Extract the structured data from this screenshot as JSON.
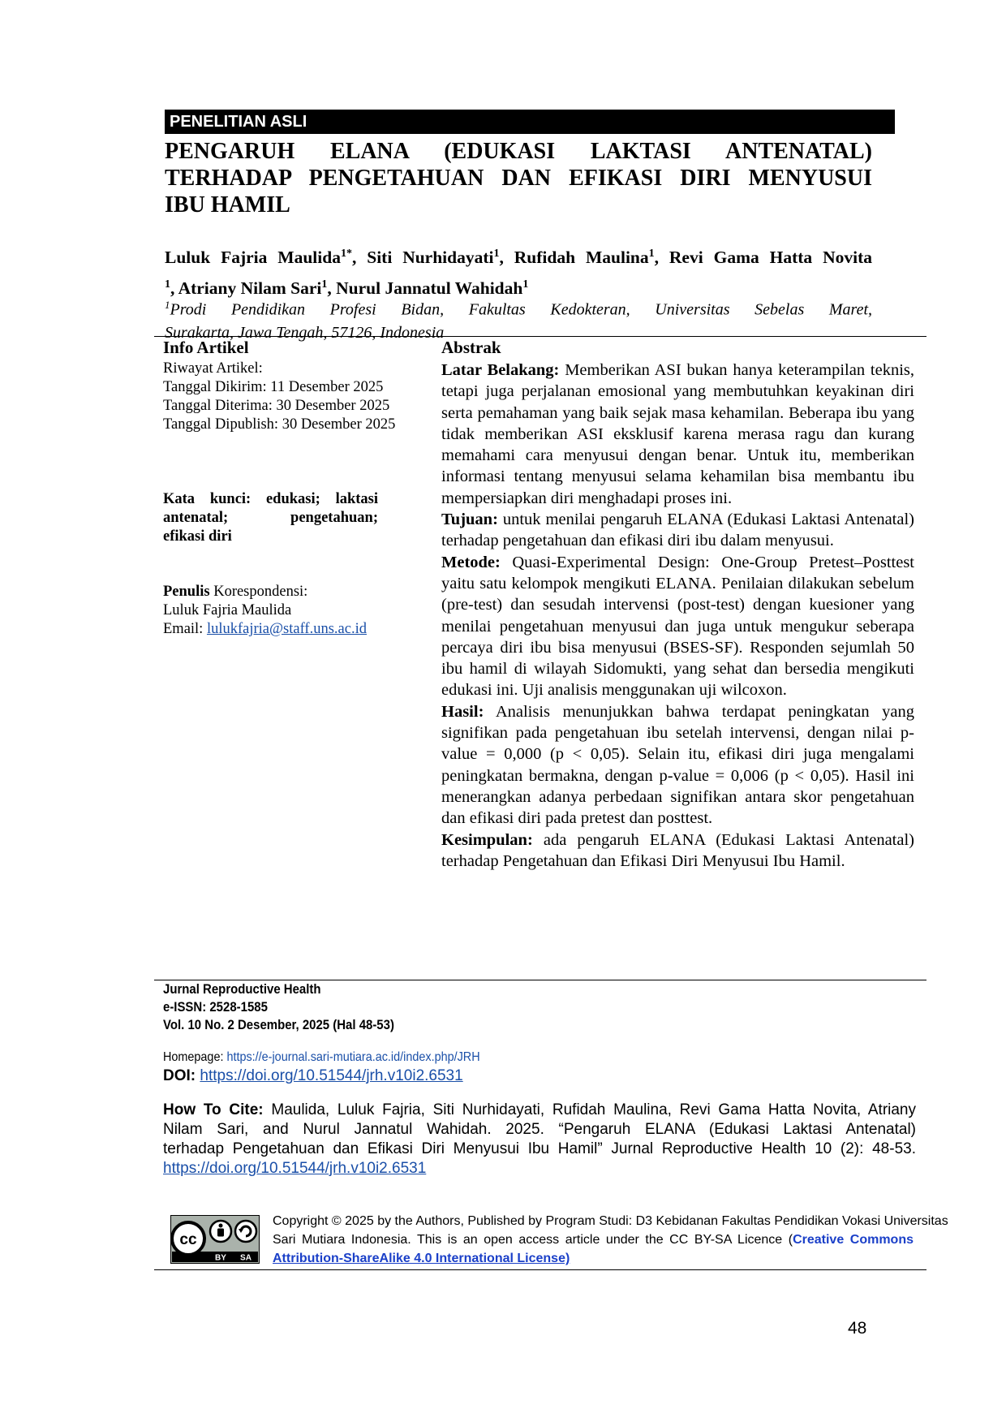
{
  "section_label": "PENELITIAN ASLI",
  "title_lines": [
    "PENGARUH ELANA (EDUKASI LAKTASI ANTENATAL)",
    "TERHADAP PENGETAHUAN DAN EFIKASI DIRI MENYUSUI",
    "IBU HAMIL"
  ],
  "authors": {
    "a1": "Luluk Fajria Maulida",
    "a1_sup": "1*",
    "a2": "Siti Nurhidayati",
    "a2_sup": "1",
    "a3": "Rufidah Maulina",
    "a3_sup": "1",
    "a4": "Revi Gama Hatta Novita",
    "a4_sup": "1",
    "a5": "Atriany Nilam Sari",
    "a5_sup": "1",
    "a6": "Nurul Jannatul Wahidah",
    "a6_sup": "1"
  },
  "affiliation": {
    "sup": "1",
    "line1": "Prodi Pendidikan Profesi Bidan, Fakultas Kedokteran, Universitas Sebelas Maret,",
    "line2": "Surakarta, Jawa Tengah, 57126, Indonesia"
  },
  "info": {
    "heading": "Info Artikel",
    "history_label": "Riwayat Artikel:",
    "submitted": "Tanggal Dikirim: 11 Desember 2025",
    "accepted": "Tanggal Diterima: 30 Desember 2025",
    "published": "Tanggal Dipublish: 30 Desember 2025",
    "keywords_line1": "Kata kunci: edukasi; laktasi",
    "keywords_line2": "antenatal; pengetahuan;",
    "keywords_line3": "efikasi diri",
    "corr_label_bold": "Penulis",
    "corr_label_rest": " Korespondensi:",
    "corr_name": "Luluk Fajria Maulida",
    "email_label": "Email: ",
    "email": "lulukfajria@staff.uns.ac.id"
  },
  "abstract": {
    "heading": "Abstrak",
    "background_label": "Latar Belakang:",
    "background": " Memberikan ASI bukan hanya keterampilan teknis, tetapi juga perjalanan emosional yang membutuhkan keyakinan diri serta pemahaman yang baik sejak masa kehamilan. Beberapa ibu yang tidak memberikan ASI eksklusif karena merasa ragu dan kurang memahami cara menyusui dengan benar. Untuk itu, memberikan informasi tentang menyusui selama kehamilan bisa membantu ibu mempersiapkan diri menghadapi proses ini.",
    "aim_label": "Tujuan:",
    "aim": " untuk menilai pengaruh ELANA (Edukasi Laktasi Antenatal) terhadap pengetahuan dan efikasi diri ibu dalam menyusui.",
    "method_label": "Metode:",
    "method": " Quasi-Experimental Design: One-Group Pretest–Posttest yaitu satu kelompok mengikuti ELANA. Penilaian dilakukan sebelum (pre-test) dan sesudah intervensi (post-test) dengan kuesioner yang menilai pengetahuan menyusui dan juga untuk mengukur seberapa percaya diri ibu bisa menyusui (BSES-SF). Responden sejumlah 50 ibu hamil di wilayah Sidomukti, yang sehat dan bersedia mengikuti edukasi ini. Uji analisis menggunakan uji wilcoxon.",
    "result_label": "Hasil:",
    "result": " Analisis menunjukkan bahwa terdapat peningkatan yang signifikan pada pengetahuan ibu setelah intervensi, dengan nilai p-value = 0,000 (p < 0,05). Selain itu, efikasi diri juga mengalami peningkatan bermakna, dengan p-value = 0,006 (p < 0,05). Hasil ini menerangkan adanya perbedaan signifikan antara skor pengetahuan dan efikasi diri pada pretest dan posttest.",
    "conclusion_label": "Kesimpulan:",
    "conclusion": " ada pengaruh ELANA (Edukasi Laktasi Antenatal) terhadap Pengetahuan dan Efikasi Diri Menyusui Ibu Hamil."
  },
  "journal": {
    "name": "Jurnal Reproductive Health",
    "issn": "e-ISSN: 2528-1585",
    "volume": "Vol. 10 No. 2 Desember, 2025 (Hal 48-53)",
    "homepage_label": "Homepage: ",
    "homepage_url": "https://e-journal.sari-mutiara.ac.id/index.php/JRH",
    "doi_label": "DOI:",
    "doi_url": "https://doi.org/10.51544/jrh.v10i2.6531"
  },
  "citation": {
    "label": "How To Cite:",
    "line1": " Maulida, Luluk Fajria, Siti Nurhidayati, Rufidah Maulina, Revi Gama Hatta Novita, Atriany",
    "line2": "Nilam Sari, and Nurul Jannatul Wahidah. 2025. “Pengaruh ELANA (Edukasi Laktasi Antenatal)",
    "line3": "terhadap Pengetahuan dan Efikasi Diri Menyusui Ibu Hamil” Jurnal Reproductive Health 10 (2): 48-53.",
    "doi_url": "https://doi.org/10.51544/jrh.v10i2.6531"
  },
  "copyright": {
    "line1": "Copyright © 2025 by the Authors, Published by Program Studi: D3 Kebidanan Fakultas Pendidikan Vokasi Universitas",
    "line2": "Sari Mutiara Indonesia. This is an open access article under the CC BY-SA Licence (",
    "license_part1": "Creative Commons",
    "license_part2": "Attribution-ShareAlike 4.0 International License)",
    "badge_by": "BY",
    "badge_sa": "SA"
  },
  "page_number": "48"
}
